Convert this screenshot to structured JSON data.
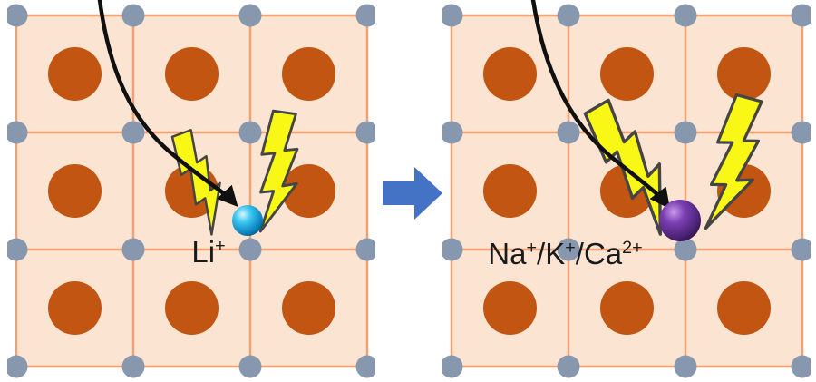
{
  "labels": {
    "li": {
      "base": "Li",
      "sup": "+"
    },
    "substitutes": {
      "na": "Na",
      "na_sup": "+",
      "sep1": "/",
      "k": "K",
      "k_sup": "+",
      "sep2": "/",
      "ca": "Ca",
      "ca_sup": "2+"
    }
  },
  "icons": {
    "lightning": "lightning-bolt-icon",
    "impact": "impact-arrow-icon",
    "transform": "transform-arrow-icon"
  },
  "colors": {
    "background": "#ffffff",
    "lattice-bg": "#fce4d2",
    "grid-line": "#f0a274",
    "node-gray": "#8797ad",
    "atom-orange": "#c25512",
    "bolt-yellow": "#f9f716",
    "bolt-outline": "#454545",
    "impact-arrow": "#101010",
    "transform-arrow": "#4472c4",
    "li-ion": "#1fa8dd",
    "substitute-ion": "#5c2d87",
    "label-text": "#1a1a1a"
  }
}
